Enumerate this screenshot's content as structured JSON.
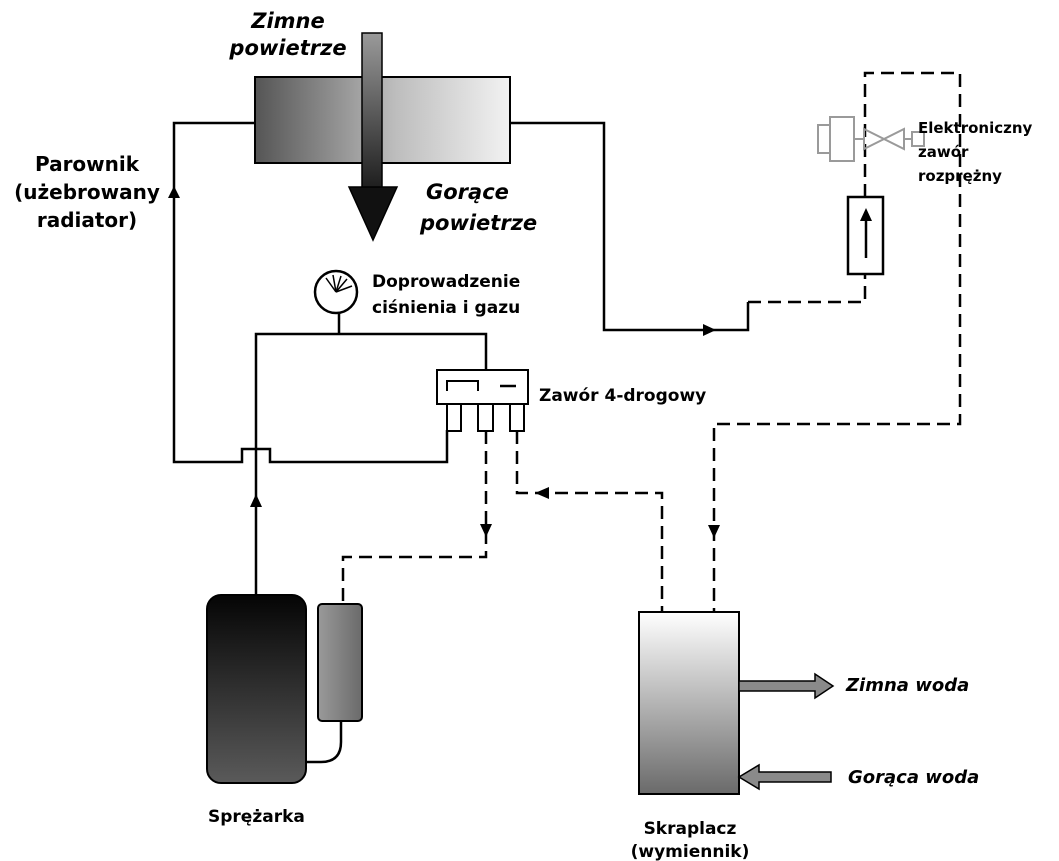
{
  "labels": {
    "cold_air": [
      "Zimne",
      "powietrze"
    ],
    "hot_air": [
      "Gorące",
      "powietrze"
    ],
    "evaporator": [
      "Parownik",
      "(użebrowany",
      "radiator)"
    ],
    "pressure_gas": [
      "Doprowadzenie",
      "ciśnienia i gazu"
    ],
    "four_way_valve": "Zawór 4-drogowy",
    "expansion_valve": [
      "Elektroniczny",
      "zawór",
      "rozprężny"
    ],
    "compressor": "Sprężarka",
    "condenser": [
      "Skraplacz",
      "(wymiennik)"
    ],
    "cold_water": "Zimna woda",
    "hot_water": "Gorąca woda"
  },
  "colors": {
    "line": "#000000",
    "evaporator_left": "#5a5a5a",
    "evaporator_right": "#e6e6e6",
    "compressor": "#111111",
    "condenser_top": "#ffffff",
    "condenser_bottom": "#6e6e6e",
    "water_arrow": "#8a8a8a",
    "valve_ghost": "#9a9a9a"
  }
}
